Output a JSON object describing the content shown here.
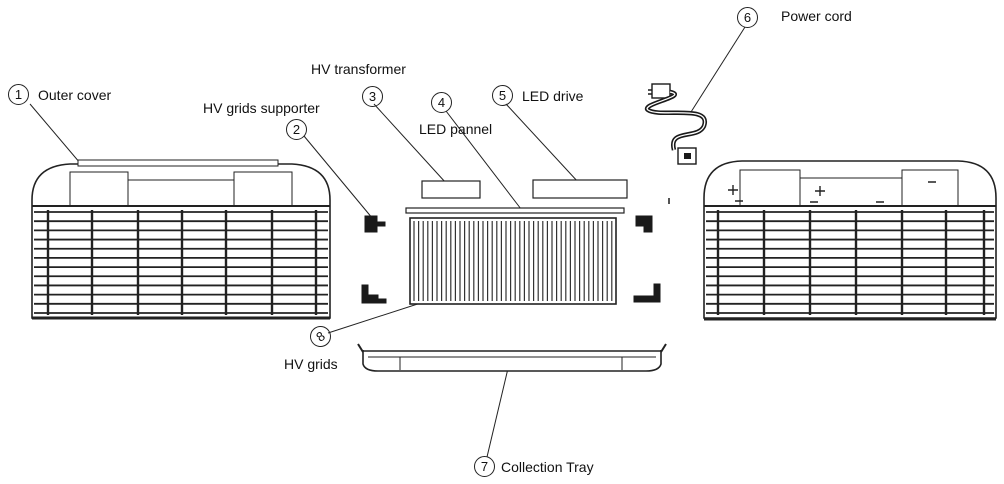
{
  "diagram": {
    "parts": [
      {
        "id": "outer-cover",
        "number": "1",
        "label": "Outer cover"
      },
      {
        "id": "hv-grids-supporter",
        "number": "2",
        "label": "HV grids supporter"
      },
      {
        "id": "hv-transformer",
        "number": "3",
        "label": "HV transformer"
      },
      {
        "id": "led-pannel",
        "number": "4",
        "label": "LED pannel"
      },
      {
        "id": "led-drive",
        "number": "5",
        "label": "LED drive"
      },
      {
        "id": "power-cord",
        "number": "6",
        "label": "Power cord"
      },
      {
        "id": "collection-tray",
        "number": "7",
        "label": "Collection Tray"
      },
      {
        "id": "hv-grids",
        "number": "8",
        "label": "HV grids"
      }
    ],
    "colors": {
      "line": "#222222",
      "fill": "#ffffff",
      "dark": "#1a1a1a"
    }
  }
}
